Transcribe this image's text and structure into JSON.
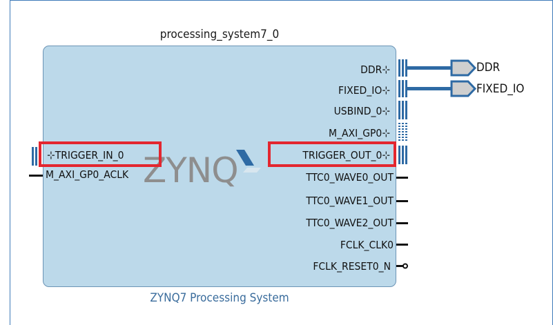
{
  "block": {
    "instance_name": "processing_system7_0",
    "ip_name": "ZYNQ7 Processing System",
    "logo_text": "ZYNQ"
  },
  "left_ports": [
    {
      "label": "TRIGGER_IN_0",
      "type": "bus",
      "highlighted": true
    },
    {
      "label": "M_AXI_GP0_ACLK",
      "type": "wire",
      "highlighted": false
    }
  ],
  "right_ports": [
    {
      "label": "DDR",
      "type": "bus"
    },
    {
      "label": "FIXED_IO",
      "type": "bus"
    },
    {
      "label": "USBIND_0",
      "type": "bus"
    },
    {
      "label": "M_AXI_GP0",
      "type": "bus-dotted"
    },
    {
      "label": "TRIGGER_OUT_0",
      "type": "bus",
      "highlighted": true
    },
    {
      "label": "TTC0_WAVE0_OUT",
      "type": "wire"
    },
    {
      "label": "TTC0_WAVE1_OUT",
      "type": "wire"
    },
    {
      "label": "TTC0_WAVE2_OUT",
      "type": "wire"
    },
    {
      "label": "FCLK_CLK0",
      "type": "wire"
    },
    {
      "label": "FCLK_RESET0_N",
      "type": "wire-inverted"
    }
  ],
  "external_ports": [
    {
      "label": "DDR"
    },
    {
      "label": "FIXED_IO"
    }
  ],
  "colors": {
    "block_fill": "#bcd9ea",
    "block_border": "#6b93b5",
    "bus_connection": "#2e6aa4",
    "highlight": "#e3262f",
    "subtitle": "#3a6c9c"
  }
}
